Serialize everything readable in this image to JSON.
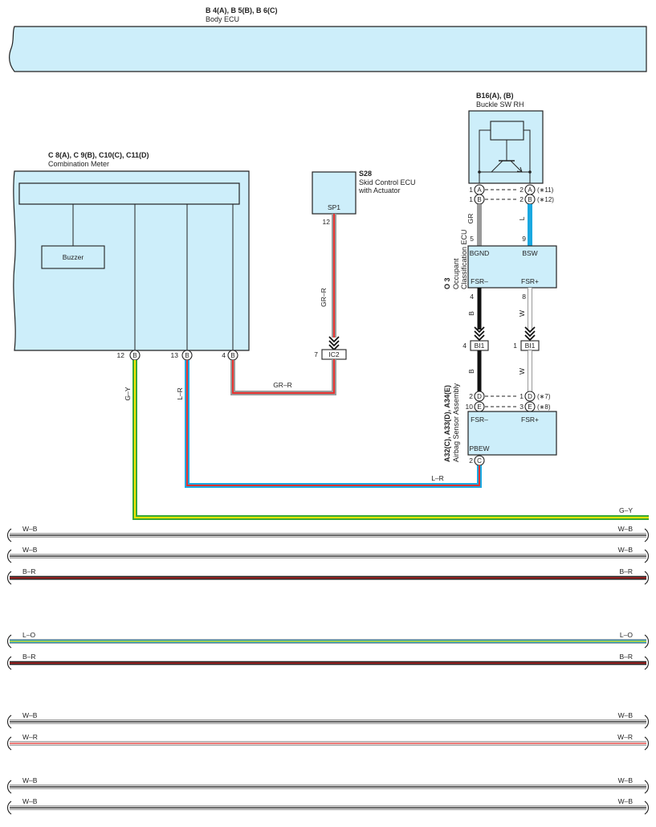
{
  "components": {
    "body_ecu": {
      "code": "B 4(A), B 5(B), B 6(C)",
      "name": "Body ECU"
    },
    "combination_meter": {
      "code": "C 8(A), C 9(B), C10(C), C11(D)",
      "name": "Combination Meter",
      "buzzer": "Buzzer",
      "pins": {
        "p12": "12",
        "p13": "13",
        "p4": "4",
        "conn": "B"
      }
    },
    "skid_ecu": {
      "code": "S28",
      "name_line1": "Skid Control ECU",
      "name_line2": "with Actuator",
      "terminal": "SP1",
      "pin": "12"
    },
    "buckle_sw": {
      "code": "B16(A), (B)",
      "name": "Buckle SW RH"
    },
    "occupant_ecu": {
      "code": "O 3",
      "name_line1": "Occupant",
      "name_line2": "Classification ECU",
      "t_bgnd": "BGND",
      "t_bsw": "BSW",
      "t_fsr_minus": "FSR–",
      "t_fsr_plus": "FSR+",
      "pin5": "5",
      "pin9": "9",
      "pin4": "4",
      "pin8": "8"
    },
    "airbag_sensor": {
      "code": "A32(C), A33(D), A34(E)",
      "name": "Airbag Sensor Assembly",
      "t_fsr_minus": "FSR–",
      "t_fsr_plus": "FSR+",
      "t_pbew": "PBEW",
      "pin2c": "2",
      "conn_c": "C"
    }
  },
  "connectors": {
    "ic2": {
      "label": "IC2",
      "pin": "7"
    },
    "bi1_left": {
      "label": "BI1",
      "pin": "4"
    },
    "bi1_right": {
      "label": "BI1",
      "pin": "1"
    }
  },
  "buckle_pins": {
    "row1": {
      "left_pin": "1",
      "left_conn": "A",
      "right_pin": "2",
      "right_conn": "A",
      "note": "(∗11)"
    },
    "row2": {
      "left_pin": "1",
      "left_conn": "B",
      "right_pin": "2",
      "right_conn": "B",
      "note": "(∗12)"
    }
  },
  "airbag_pins": {
    "row1": {
      "left_pin": "2",
      "left_conn": "D",
      "right_pin": "1",
      "right_conn": "D",
      "note": "(∗7)"
    },
    "row2": {
      "left_pin": "10",
      "left_conn": "E",
      "right_pin": "3",
      "right_conn": "E",
      "note": "(∗8)"
    }
  },
  "wire_labels": {
    "gr_r_vertical": "GR–R",
    "gr_r_horizontal": "GR–R",
    "g_y_left": "G–Y",
    "g_y_right": "G–Y",
    "l_r_left": "L–R",
    "l_r_bottom": "L–R",
    "gr": "GR",
    "l": "L",
    "b_upper": "B",
    "w_upper": "W",
    "b_lower": "B",
    "w_lower": "W"
  },
  "colors": {
    "component_fill": "#cdeefa",
    "wire_gray": "#9a9a9a",
    "wire_blue": "#1aa8e0",
    "wire_red": "#e8312f",
    "wire_green": "#3aa936",
    "wire_yellow": "#f5e500",
    "wire_black": "#111111"
  },
  "bus_lines": [
    {
      "left": "W–B",
      "right": "W–B"
    },
    {
      "left": "W–B",
      "right": "W–B"
    },
    {
      "left": "B–R",
      "right": "B–R"
    },
    {
      "left": "L–O",
      "right": "L–O"
    },
    {
      "left": "B–R",
      "right": "B–R"
    },
    {
      "left": "W–B",
      "right": "W–B"
    },
    {
      "left": "W–R",
      "right": "W–R"
    },
    {
      "left": "W–B",
      "right": "W–B"
    },
    {
      "left": "W–B",
      "right": "W–B"
    }
  ]
}
